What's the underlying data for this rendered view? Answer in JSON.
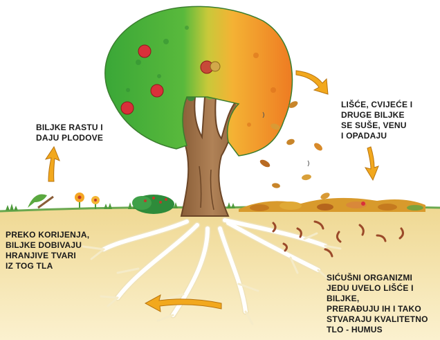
{
  "captions": {
    "plants_grow": "BILJKE RASTU I\nDAJU PLODOVE",
    "leaves_fall": "LIŠĆE, CVIJEĆE I\nDRUGE BILJKE\nSE SUŠE, VENU\nI OPADAJU",
    "roots_nutrients": "PREKO KORIJENJA,\nBILJKE DOBIVAJU\nHRANJIVE TVARI\nIZ TOG TLA",
    "organisms_humus": "SIĆUŠNI ORGANIZMI\nJEDU UVELO LIŠĆE I BILJKE,\nPRERAĐUJU IH I TAKO\nSTVARAJU KVALITETNO\nTLO - HUMUS"
  },
  "colors": {
    "crown_green": "#3fae3a",
    "crown_orange": "#f08a24",
    "trunk": "#a0744a",
    "soil": "#f3e3a6",
    "roots": "#f7ecc9",
    "arrow": "#f2a81d",
    "apple": "#d9303a"
  },
  "icons": [
    "arrow-up-icon",
    "arrow-curve-right-icon",
    "arrow-down-icon",
    "arrow-left-icon"
  ]
}
